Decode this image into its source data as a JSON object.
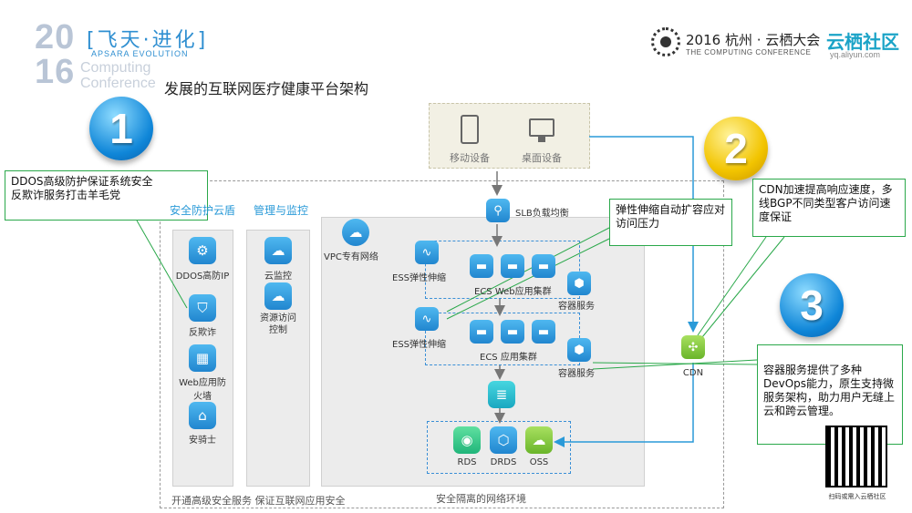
{
  "header": {
    "logo_year_top": "20",
    "logo_year_bottom": "16",
    "logo_title": "[飞天·进化]",
    "logo_subtitle": "APSARA EVOLUTION",
    "logo_line1": "Computing",
    "logo_line2": "Conference",
    "page_title": "发展的互联网医疗健康平台架构",
    "conference_title": "2016 杭州 · 云栖大会",
    "conference_subtitle": "THE COMPUTING CONFERENCE",
    "community_title": "云栖社区",
    "community_url": "yq.aliyun.com"
  },
  "numbers": [
    "1",
    "2",
    "3"
  ],
  "callouts": {
    "c1": "DDOS高级防护保证系统安全\n反欺诈服务打击羊毛党",
    "c2": "CDN加速提高响应速度，多线BGP不同类型客户访问速度保证",
    "c3": "弹性伸缩自动扩容应对访问压力",
    "c4": "容器服务提供了多种DevOps能力，原生支持微服务架构，助力用户无缝上云和跨云管理。"
  },
  "devices": {
    "mobile": "移动设备",
    "desktop": "桌面设备"
  },
  "security": {
    "title": "安全防护云盾",
    "items": [
      "DDOS高防IP",
      "反欺诈",
      "Web应用防火墙",
      "安骑士"
    ]
  },
  "monitor": {
    "title": "管理与监控",
    "items": [
      "云监控",
      "资源访问控制"
    ]
  },
  "network": {
    "slb": "SLB负载均衡",
    "vpc": "VPC专有网络",
    "ess1": "ESS弹性伸缩",
    "ess2": "ESS弹性伸缩",
    "ecs_web": "ECS Web应用集群",
    "ecs_app": "ECS 应用集群",
    "container1": "容器服务",
    "container2": "容器服务",
    "rds": "RDS",
    "drds": "DRDS",
    "oss": "OSS",
    "cdn": "CDN"
  },
  "footer": {
    "left": "开通高级安全服务 保证互联网应用安全",
    "right": "安全隔离的网络环境"
  },
  "qr_caption": "扫码或需入云栖社区",
  "colors": {
    "accent_blue": "#2a9ad8",
    "callout_border": "#2aa84a",
    "number_yellow": "#f2c400"
  }
}
